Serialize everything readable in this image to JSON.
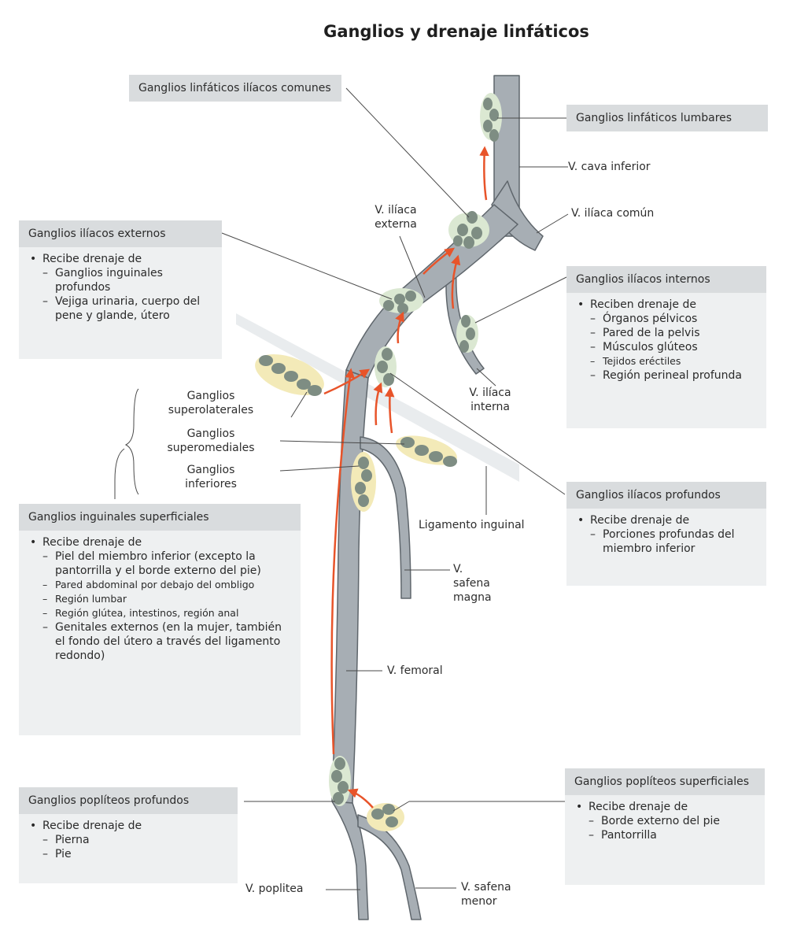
{
  "title": "Ganglios y drenaje linfáticos",
  "callouts": {
    "iliacos_comunes": "Ganglios linfáticos ilíacos comunes",
    "lumbares": "Ganglios linfáticos lumbares"
  },
  "labels": {
    "vcava": "V. cava inferior",
    "iliaca_comun": "V. ilíaca común",
    "iliaca_externa_1": "V. ilíaca",
    "iliaca_externa_2": "externa",
    "iliaca_interna_1": "V. ilíaca",
    "iliaca_interna_2": "interna",
    "superolaterales_1": "Ganglios",
    "superolaterales_2": "superolaterales",
    "superomediales_1": "Ganglios",
    "superomediales_2": "superomediales",
    "inferiores_1": "Ganglios",
    "inferiores_2": "inferiores",
    "ligamento": "Ligamento inguinal",
    "safena_magna_1": "V.",
    "safena_magna_2": "safena",
    "safena_magna_3": "magna",
    "femoral": "V. femoral",
    "poplitea": "V. poplitea",
    "safena_menor_1": "V. safena",
    "safena_menor_2": "menor"
  },
  "boxes": {
    "iliacos_externos": {
      "title": "Ganglios ilíacos externos",
      "bullet": "Recibe drenaje de",
      "items": [
        "Ganglios inguinales profundos",
        "Vejiga urinaria, cuerpo del pene y glande, útero"
      ]
    },
    "iliacos_internos": {
      "title": "Ganglios ilíacos internos",
      "bullet": "Reciben drenaje de",
      "items": [
        "Órganos pélvicos",
        "Pared de la pelvis",
        "Músculos glúteos",
        "Tejidos eréctiles",
        "Región perineal profunda"
      ]
    },
    "iliacos_profundos": {
      "title": "Ganglios ilíacos profundos",
      "bullet": "Recibe drenaje de",
      "items": [
        "Porciones profundas del miembro inferior"
      ]
    },
    "inguinales_superficiales": {
      "title": "Ganglios inguinales superficiales",
      "bullet": "Recibe drenaje de",
      "items": [
        "Piel del miembro inferior (excepto la pantorrilla y el borde externo del pie)",
        "Pared abdominal por debajo del ombligo",
        "Región lumbar",
        "Región glútea, intestinos, región anal",
        "Genitales externos (en la mujer, también el fondo del útero a través del ligamento redondo)"
      ]
    },
    "popliteos_profundos": {
      "title": "Ganglios poplíteos profundos",
      "bullet": "Recibe drenaje de",
      "items": [
        "Pierna",
        "Pie"
      ]
    },
    "popliteos_superficiales": {
      "title": "Ganglios poplíteos superficiales",
      "bullet": "Recibe drenaje de",
      "items": [
        "Borde externo del pie",
        "Pantorrilla"
      ]
    }
  },
  "colors": {
    "vein": "#a7aeb4",
    "vein_edge": "#5f666c",
    "node": "#7e8d83",
    "halo_green": "#dbe8d2",
    "halo_yellow": "#f3eab8",
    "arrow": "#e8542a",
    "box_bg": "#eef0f1",
    "box_head": "#d9dcde"
  }
}
